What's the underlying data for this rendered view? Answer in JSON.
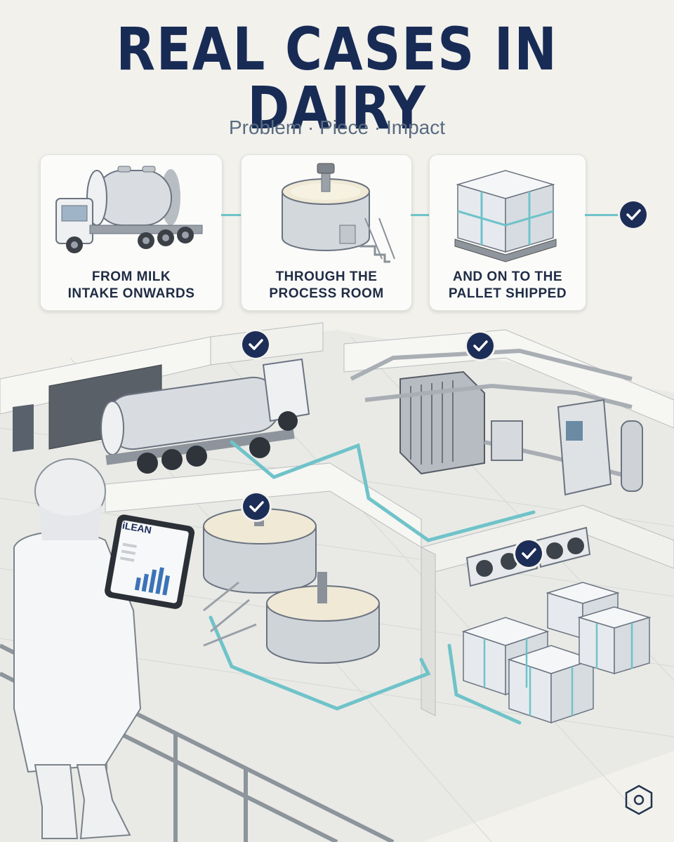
{
  "header": {
    "title": "REAL CASES IN DAIRY",
    "subtitle": "Problem · Piece · Impact"
  },
  "cards": [
    {
      "line1": "FROM MILK",
      "line2": "INTAKE ONWARDS",
      "icon": "milk-tanker-truck-icon"
    },
    {
      "line1": "THROUGH THE",
      "line2": "PROCESS ROOM",
      "icon": "cheese-vat-icon"
    },
    {
      "line1": "AND ON TO THE",
      "line2": "PALLET SHIPPED",
      "icon": "pallet-boxes-icon"
    }
  ],
  "tablet": {
    "brand": "iLEAN"
  },
  "colors": {
    "navy": "#182b55",
    "teal": "#6fc3c9",
    "background": "#f2f1ec",
    "steel": "#c9cdd2"
  }
}
